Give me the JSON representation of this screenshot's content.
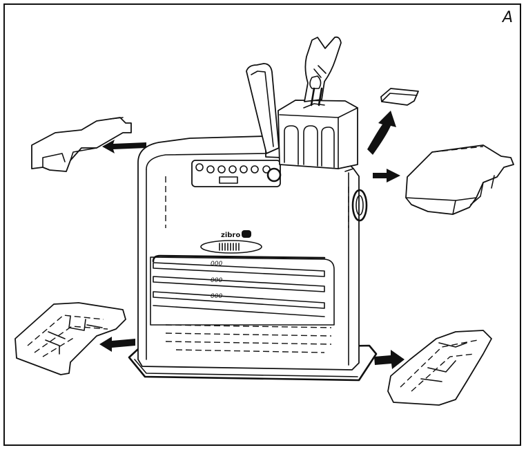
{
  "figure": {
    "corner_label": "A",
    "brand_label": "zibro",
    "shelf_labels": [
      "000",
      "000",
      "000"
    ]
  },
  "colors": {
    "line": "#111111",
    "background": "#ffffff"
  },
  "icons": [
    "arrow-left-icon",
    "arrow-right-icon",
    "arrow-curved-up-icon"
  ]
}
